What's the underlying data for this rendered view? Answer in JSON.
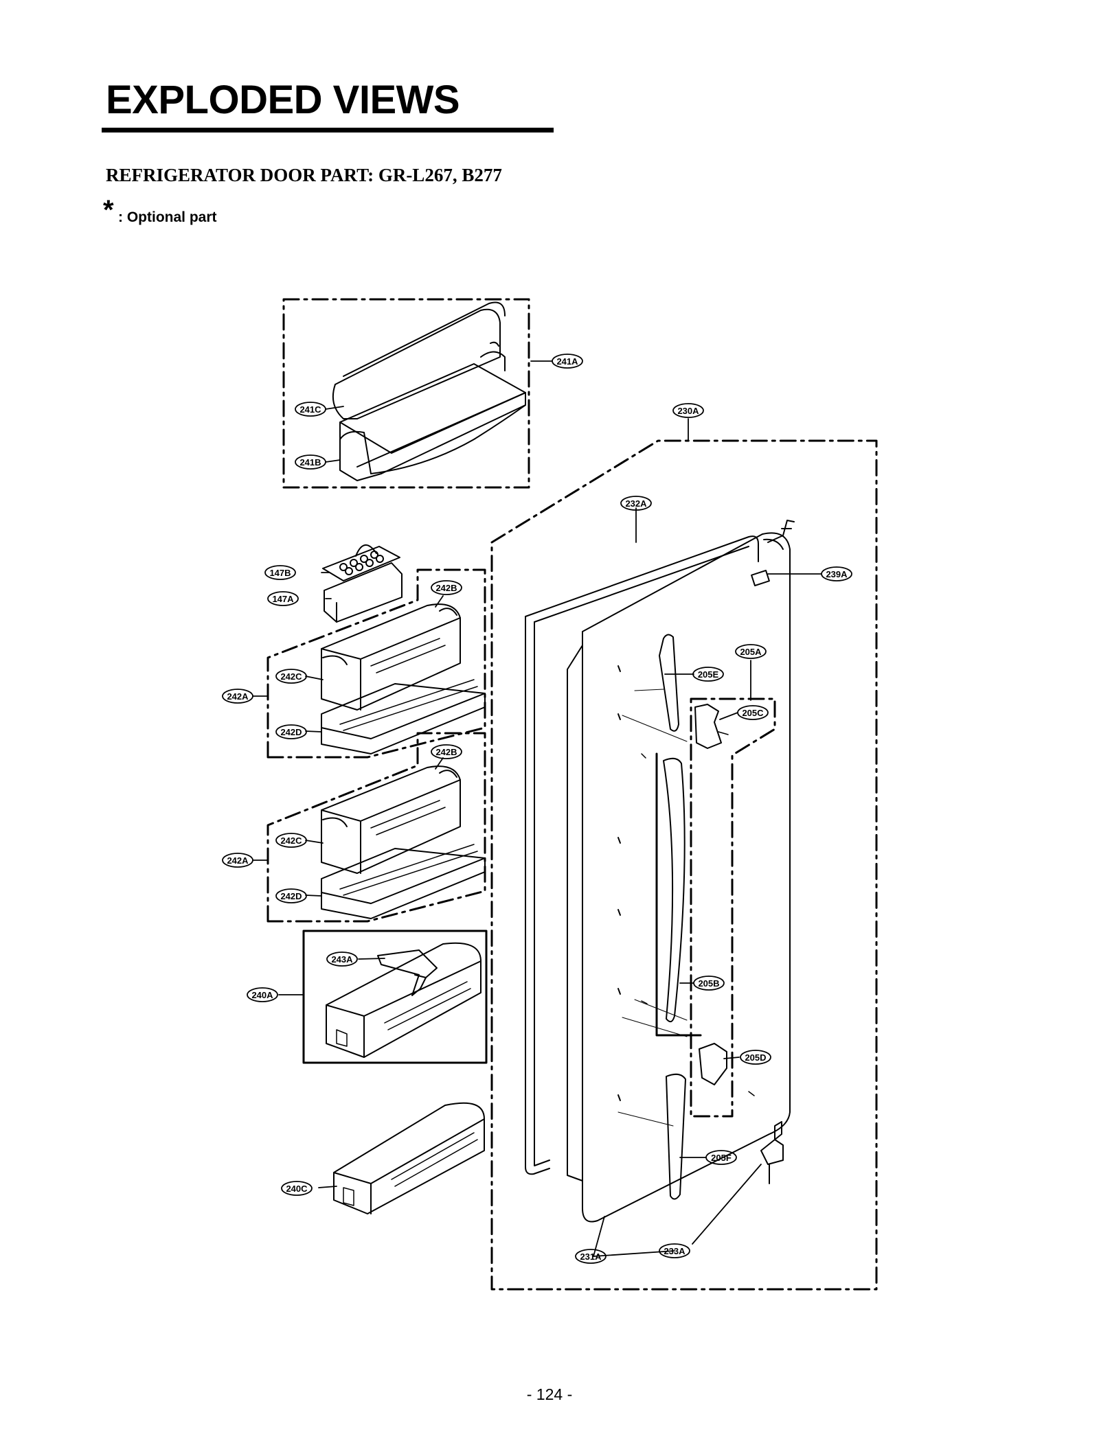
{
  "header": {
    "title": "EXPLODED VIEWS",
    "subtitle": "REFRIGERATOR DOOR PART: GR-L267, B277",
    "optional_marker": "*",
    "optional_text": ": Optional part"
  },
  "footer": {
    "page_number": "- 124 -"
  },
  "parts": {
    "p241A": "241A",
    "p241C": "241C",
    "p241B": "241B",
    "p230A": "230A",
    "p232A": "232A",
    "p239A": "239A",
    "p147B": "147B",
    "p147A": "147A",
    "p242B_1": "242B",
    "p242C_1": "242C",
    "p242A_1": "242A",
    "p242D_1": "242D",
    "p242B_2": "242B",
    "p242C_2": "242C",
    "p242A_2": "242A",
    "p242D_2": "242D",
    "p205A": "205A",
    "p205E": "205E",
    "p205C": "205C",
    "p205B": "205B",
    "p205D": "205D",
    "p205F": "205F",
    "p243A": "243A",
    "p240A": "240A",
    "p240C": "240C",
    "p231A": "231A",
    "p233A": "233A"
  }
}
